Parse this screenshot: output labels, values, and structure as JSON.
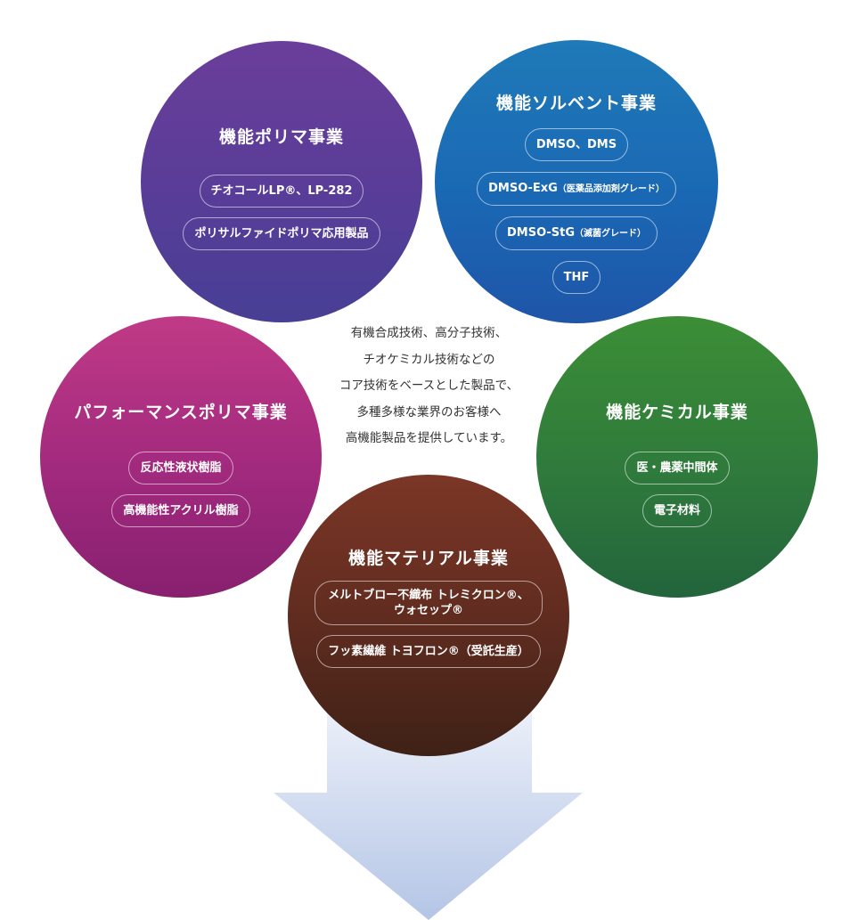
{
  "center_text": {
    "lines": [
      "有機合成技術、高分子技術、",
      "チオケミカル技術などの",
      "コア技術をベースとした製品で、",
      "多種多様な業界のお客様へ",
      "高機能製品を提供しています。"
    ]
  },
  "polymer": {
    "title": "機能ポリマ事業",
    "items": [
      "チオコールLP®、LP-282",
      "ポリサルファイドポリマ応用製品"
    ]
  },
  "solvent": {
    "title": "機能ソルベント事業",
    "item1": "DMSO、DMS",
    "item2_main": "DMSO-ExG",
    "item2_sub": "（医薬品添加剤グレード）",
    "item3_main": "DMSO-StG",
    "item3_sub": "（滅菌グレード）",
    "item4": "THF"
  },
  "performance": {
    "title": "パフォーマンスポリマ事業",
    "items": [
      "反応性液状樹脂",
      "高機能性アクリル樹脂"
    ]
  },
  "chemical": {
    "title": "機能ケミカル事業",
    "items": [
      "医・農薬中間体",
      "電子材料"
    ]
  },
  "material": {
    "title": "機能マテリアル事業",
    "item1_line1": "メルトブロー不織布 トレミクロン®、",
    "item1_line2": "ウォセップ®",
    "item2": "フッ素繊維 トヨフロン®（受託生産）"
  },
  "colors": {
    "polymer": "#5a3d98",
    "solvent": "#1a68b4",
    "performance": "#a42b7f",
    "chemical": "#2f7a3c",
    "material": "#612c20",
    "arrow": "#c5d2ea"
  }
}
